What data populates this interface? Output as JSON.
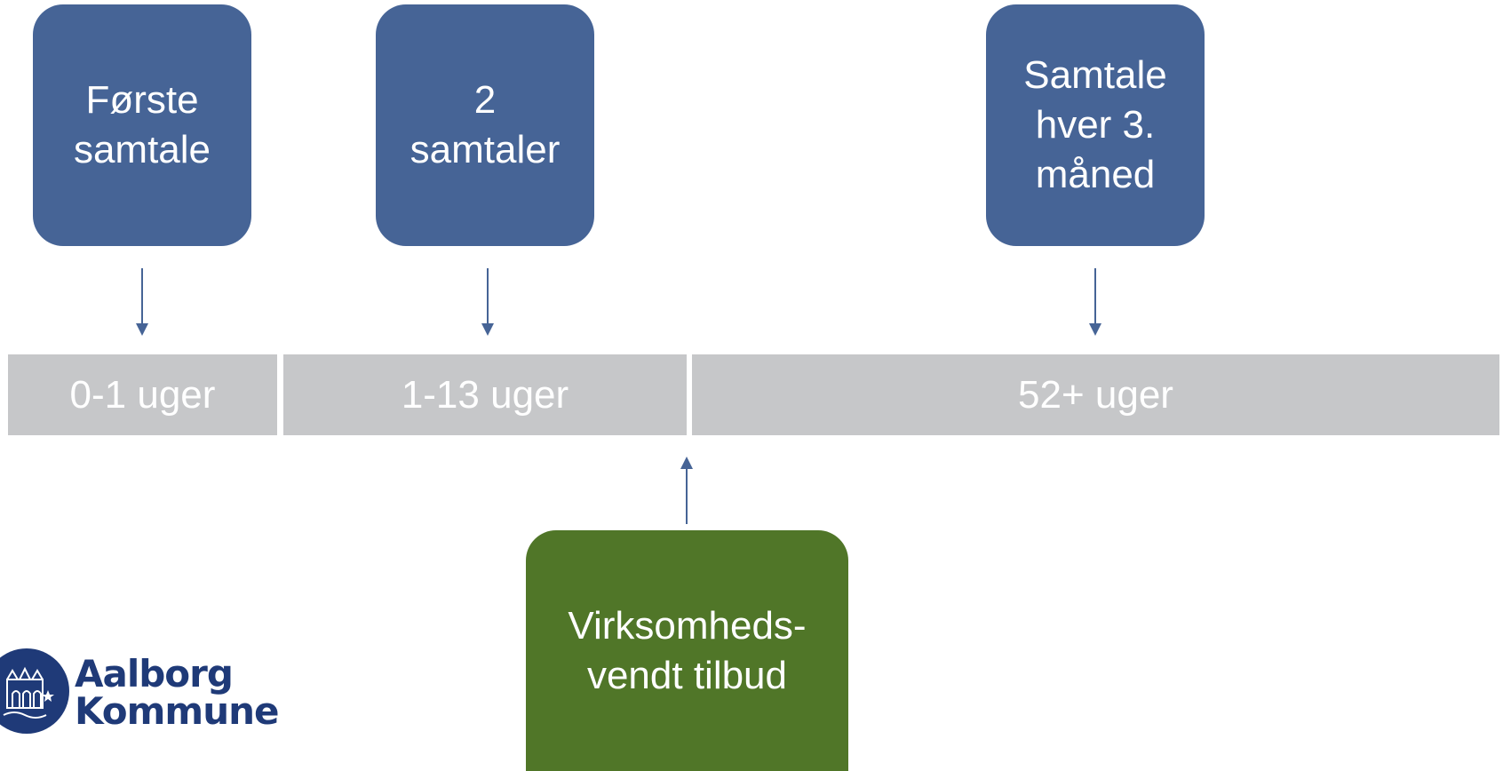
{
  "colors": {
    "blue_box": "#466496",
    "green_box": "#507628",
    "timeline_segment": "#c6c7c9",
    "arrow": "#466496",
    "logo": "#1f3a78"
  },
  "boxes": {
    "first": "Første\nsamtale",
    "second": "2\nsamtaler",
    "third": "Samtale\nhver 3.\nmåned",
    "offer": "Virksomheds-\nvendt tilbud"
  },
  "timeline": {
    "segment1": "0-1 uger",
    "segment2": "1-13 uger",
    "segment3": "52+ uger"
  },
  "logo": {
    "line1": "Aalborg",
    "line2": "Kommune"
  }
}
